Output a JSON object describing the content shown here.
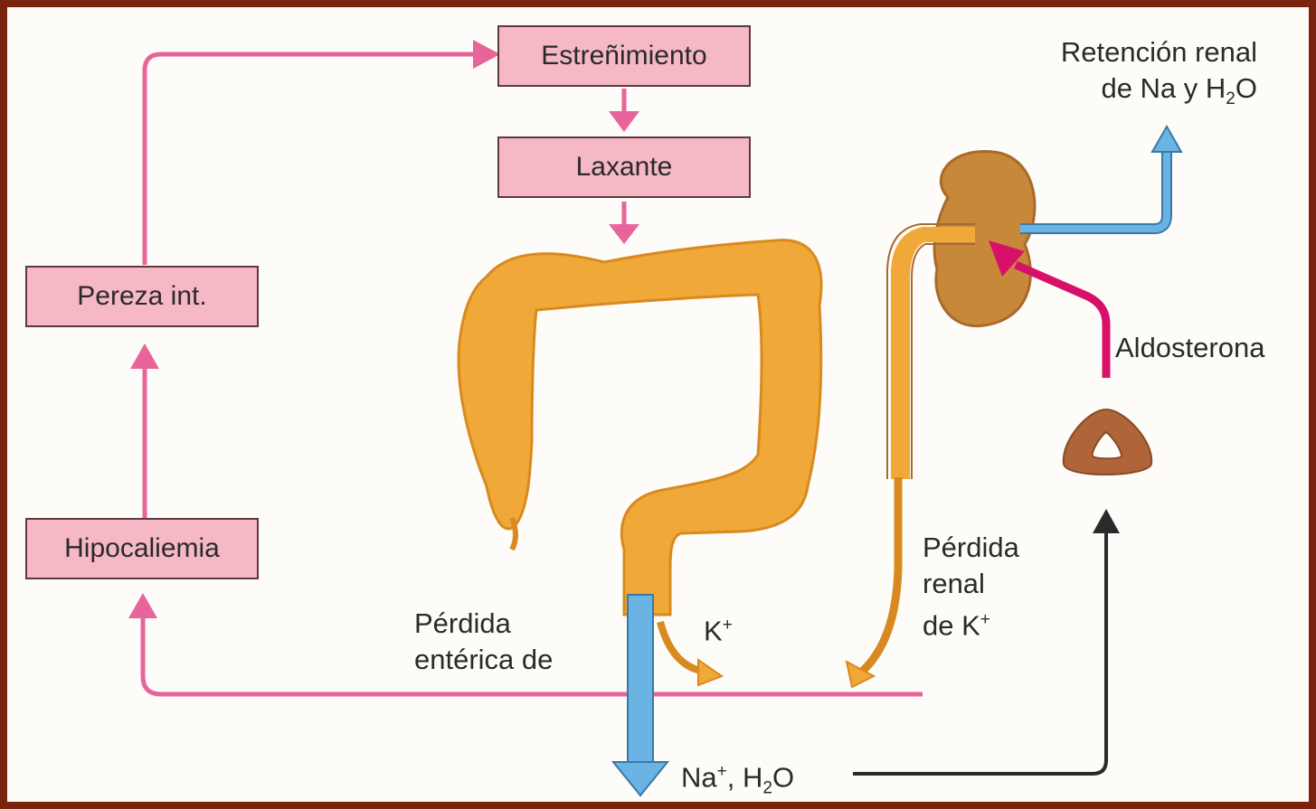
{
  "boxes": {
    "constipation": "Estreñimiento",
    "laxative": "Laxante",
    "lazy_bowel": "Pereza int.",
    "hypokalemia": "Hipocaliemia"
  },
  "labels": {
    "renal_retention_line1": "Retención renal",
    "renal_retention_line2_prefix": "de Na y H",
    "renal_retention_sub": "2",
    "renal_retention_suffix": "O",
    "aldosterone": "Aldosterona",
    "renal_loss_line1": "Pérdida",
    "renal_loss_line2": "renal",
    "renal_loss_line3_prefix": "de K",
    "renal_loss_sup": "+",
    "enteric_loss_line1": "Pérdida",
    "enteric_loss_line2": "entérica de",
    "potassium": "K",
    "potassium_sup": "+",
    "sodium_water_na": "Na",
    "sodium_water_sup": "+",
    "sodium_water_mid": ", H",
    "sodium_water_sub": "2",
    "sodium_water_suffix": "O"
  },
  "colors": {
    "frame": "#7a2410",
    "box_fill": "#f5b8c4",
    "pink_arrow": "#e8649a",
    "magenta_arrow": "#d8106a",
    "blue_arrow": "#6ab4e4",
    "orange_organ": "#f0a838",
    "brown_gland": "#b0643a",
    "dark_arrow": "#2a2a2a"
  }
}
